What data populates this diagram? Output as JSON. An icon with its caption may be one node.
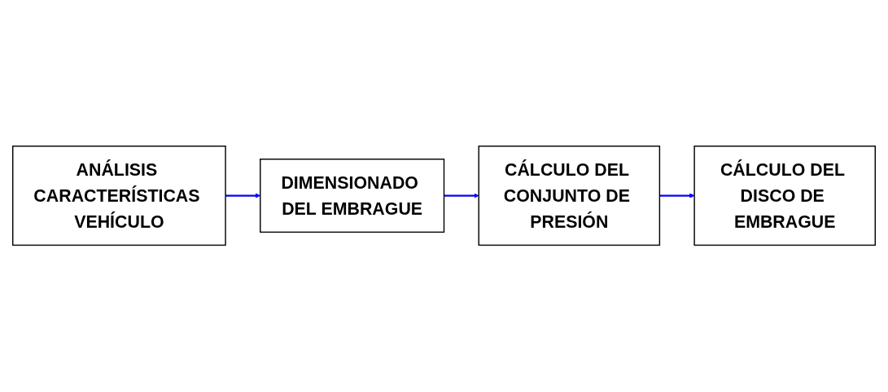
{
  "diagram": {
    "nodes": [
      {
        "text": [
          "ANÁLISIS CARACTERÍSTICAS VEHÍCULO"
        ]
      },
      {
        "text": [
          "DIMENSIONADO DEL EMBRAGUE"
        ]
      },
      {
        "text": [
          "CÁLCULO DEL CONJUNTO DE PRESIÓN"
        ]
      },
      {
        "text": [
          "CÁLCULO DEL DISCO DE EMBRAGUE"
        ]
      }
    ],
    "edges": [
      {
        "from": 0,
        "to": 1,
        "arrow": "to"
      },
      {
        "from": 1,
        "to": 2,
        "arrow": "to"
      },
      {
        "from": 2,
        "to": 3,
        "arrow": "to"
      }
    ]
  }
}
